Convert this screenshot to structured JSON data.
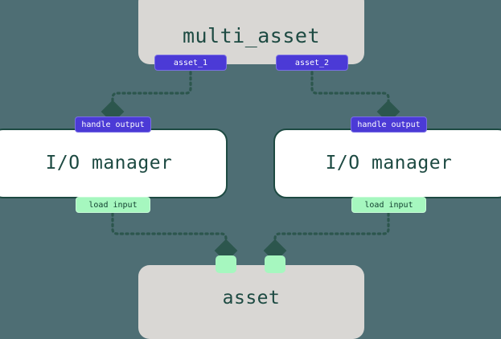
{
  "diagram": {
    "type": "dagster-asset-io-flow",
    "background_color": "#4e6e74",
    "nodes": [
      {
        "id": "multi_asset",
        "label": "multi_asset",
        "kind": "asset-group",
        "fill": "#d9d7d4",
        "text_color": "#1d4a42"
      },
      {
        "id": "io_manager_left",
        "label": "I/O manager",
        "kind": "io-manager",
        "fill": "#ffffff",
        "border_color": "#1d4a42",
        "text_color": "#1d4a42"
      },
      {
        "id": "io_manager_right",
        "label": "I/O manager",
        "kind": "io-manager",
        "fill": "#ffffff",
        "border_color": "#1d4a42",
        "text_color": "#1d4a42"
      },
      {
        "id": "asset",
        "label": "asset",
        "kind": "asset-group",
        "fill": "#d9d7d4",
        "text_color": "#1d4a42"
      }
    ],
    "handles": {
      "asset_1": "asset_1",
      "asset_2": "asset_2",
      "handle_output_left": "handle output",
      "handle_output_right": "handle output",
      "load_input_left": "load input",
      "load_input_right": "load input"
    },
    "colors": {
      "output_badge_bg": "#4b3ad6",
      "output_badge_border": "#7a6fe6",
      "output_badge_text": "#ffffff",
      "input_badge_bg": "#a6f7bf",
      "input_badge_border": "#c7fbd7",
      "input_badge_text": "#11402f",
      "edge": "#2c564d",
      "node_fill_gray": "#d9d7d4",
      "node_fill_white": "#ffffff",
      "node_border": "#1d4a42",
      "node_text": "#1d4a42"
    },
    "edges": [
      {
        "id": "edge-asset1-to-handle-output-left",
        "from": "asset_1",
        "to": "handle_output_left",
        "style": "dotted-elbow",
        "arrow": "diamond"
      },
      {
        "id": "edge-asset2-to-handle-output-right",
        "from": "asset_2",
        "to": "handle_output_right",
        "style": "dotted-elbow",
        "arrow": "diamond"
      },
      {
        "id": "edge-load-input-left-to-asset",
        "from": "load_input_left",
        "to": "asset_handle_1",
        "style": "dotted-elbow",
        "arrow": "diamond"
      },
      {
        "id": "edge-load-input-right-to-asset",
        "from": "load_input_right",
        "to": "asset_handle_2",
        "style": "dotted-elbow",
        "arrow": "diamond"
      }
    ]
  }
}
